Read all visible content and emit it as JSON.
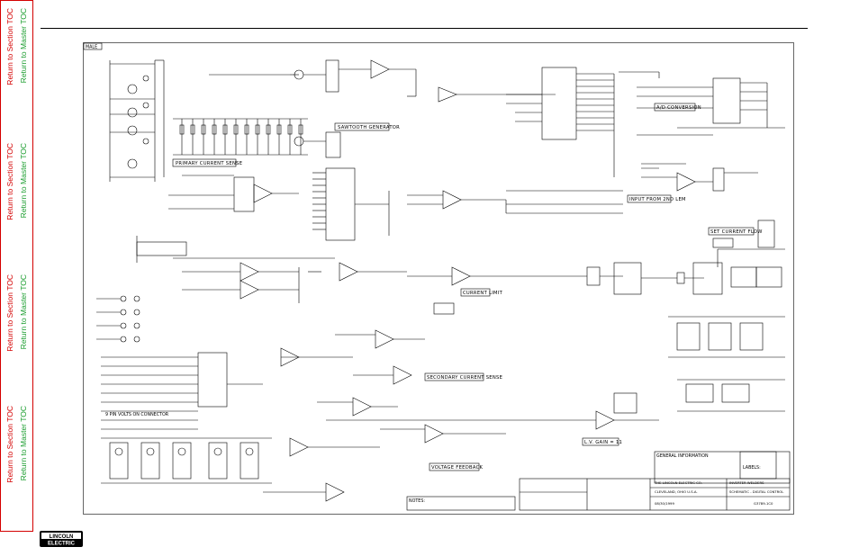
{
  "sidebar": {
    "groups": [
      {
        "section": "Return to Section TOC",
        "master": "Return to Master TOC"
      },
      {
        "section": "Return to Section TOC",
        "master": "Return to Master TOC"
      },
      {
        "section": "Return to Section TOC",
        "master": "Return to Master TOC"
      },
      {
        "section": "Return to Section TOC",
        "master": "Return to Master TOC"
      }
    ]
  },
  "colors": {
    "section_link": "#d40000",
    "master_link": "#1a9d2e",
    "rule": "#000000"
  },
  "logo": {
    "line1": "LINCOLN",
    "line2": "ELECTRIC"
  },
  "schematic": {
    "corner_tag": "MALE",
    "blocks": {
      "sawtooth": "SAWTOOTH GENERATOR",
      "primary": "PRIMARY CURRENT SENSE",
      "ad": "A/D CONVERSION",
      "input_2nd": "INPUT FROM 2ND LEM",
      "current_limit": "CURRENT LIMIT",
      "secondary": "SECONDARY CURRENT SENSE",
      "voltage_feedback": "VOLTAGE FEEDBACK",
      "lv_gain": "L.V. GAIN = 11",
      "set_current": "SET CURRENT FLOW",
      "pins": "9 PIN VOLTS ON CONNECTOR",
      "notes": "NOTES:",
      "general": "GENERAL INFORMATION",
      "labels": "LABELS:"
    },
    "title_block": {
      "company": "THE LINCOLN ELECTRIC CO.",
      "city": "CLEVELAND, OHIO U.S.A.",
      "equipment": "INVERTER WELDERS",
      "subject": "SCHEMATIC - DIGITAL CONTROL",
      "date": "08/30/1999",
      "drawing": "G3789-1C0"
    }
  }
}
